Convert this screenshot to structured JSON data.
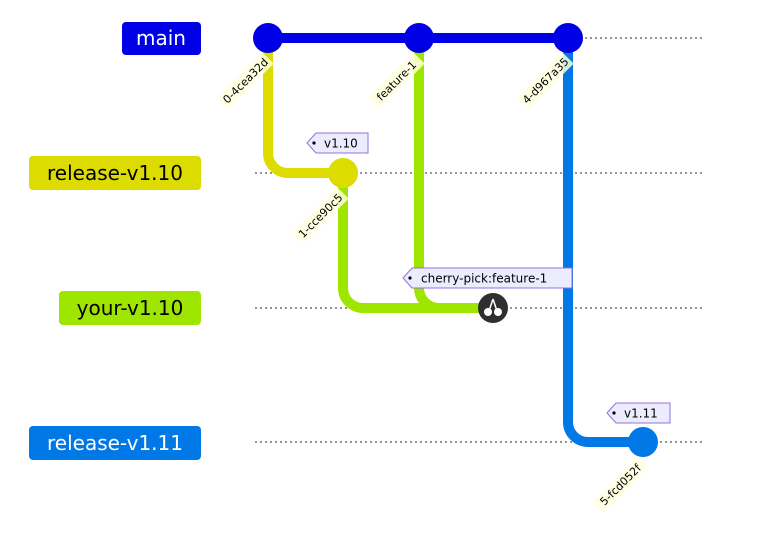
{
  "colors": {
    "main": "#0000e6",
    "release_v1_10": "#dcdc00",
    "your_v1_10": "#9ee600",
    "release_v1_11": "#0078e6",
    "cherry_pick": "#2f2f2f",
    "commit_label_bg": "#ffffde",
    "tag_bg": "#ececff",
    "tag_border": "#9370db",
    "lane_line": "#555555"
  },
  "branches": [
    {
      "id": "main",
      "label": "main",
      "color_key": "main",
      "text_color": "#ffffff"
    },
    {
      "id": "release_v1_10",
      "label": "release-v1.10",
      "color_key": "release_v1_10",
      "text_color": "#000000"
    },
    {
      "id": "your_v1_10",
      "label": "your-v1.10",
      "color_key": "your_v1_10",
      "text_color": "#000000"
    },
    {
      "id": "release_v1_11",
      "label": "release-v1.11",
      "color_key": "release_v1_11",
      "text_color": "#ffffff"
    }
  ],
  "commits": [
    {
      "id": "0-4cea32d",
      "branch": "main",
      "label": "0-4cea32d"
    },
    {
      "id": "feature-1",
      "branch": "main",
      "label": "feature-1"
    },
    {
      "id": "4-d967a35",
      "branch": "main",
      "label": "4-d967a35"
    },
    {
      "id": "1-cce90c5",
      "branch": "release_v1_10",
      "label": "1-cce90c5",
      "tag": "v1.10"
    },
    {
      "id": "cherry",
      "branch": "your_v1_10",
      "label": "",
      "tag": "cherry-pick:feature-1",
      "type": "cherry-pick"
    },
    {
      "id": "5-fcd052f",
      "branch": "release_v1_11",
      "label": "5-fcd052f",
      "tag": "v1.11"
    }
  ],
  "icons": {
    "cherry_pick": "cherry-icon"
  }
}
